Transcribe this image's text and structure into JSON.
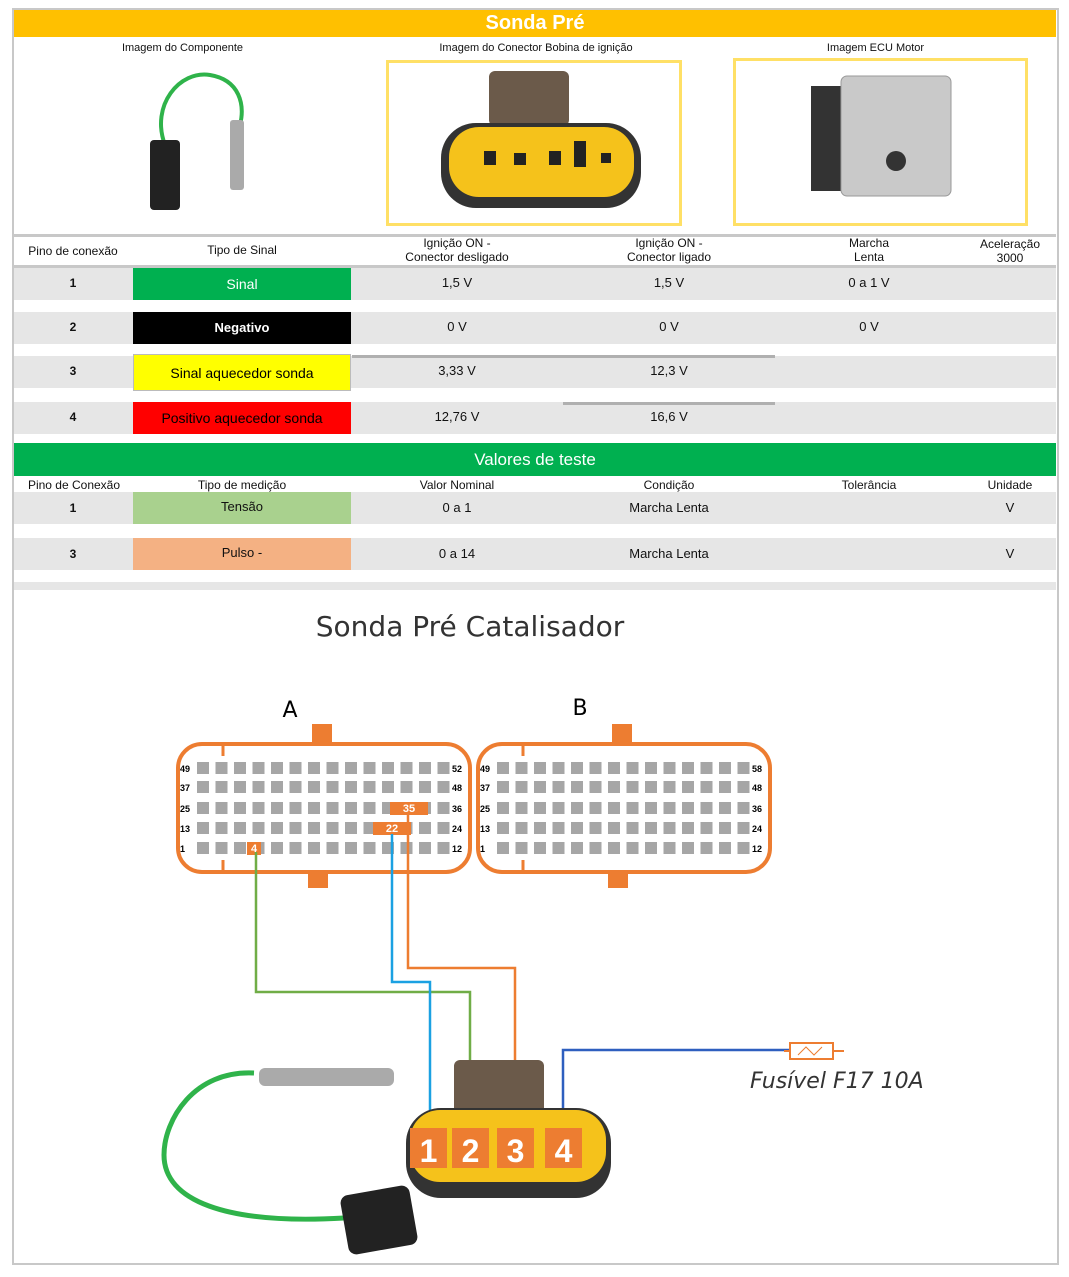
{
  "title": "Sonda Pré",
  "images": {
    "component": "Imagem do Componente",
    "connector": "Imagem do Conector Bobina de ignição",
    "ecu": "Imagem ECU Motor"
  },
  "signal_table": {
    "headers": [
      "Pino de conexão",
      "Tipo de Sinal",
      "Ignição ON -\nConector desligado",
      "Ignição ON -\nConector ligado",
      "Marcha\nLenta",
      "Aceleração\n3000"
    ],
    "rows": [
      {
        "pin": "1",
        "type": "Sinal",
        "color": "#00b050",
        "text_color": "#ffffff",
        "off": "1,5 V",
        "on": "1,5 V",
        "idle": "0 a 1 V",
        "accel": ""
      },
      {
        "pin": "2",
        "type": "Negativo",
        "color": "#000000",
        "text_color": "#ffffff",
        "off": "0 V",
        "on": "0 V",
        "idle": "0 V",
        "accel": ""
      },
      {
        "pin": "3",
        "type": "Sinal aquecedor sonda",
        "color": "#ffff00",
        "text_color": "#000000",
        "off": "3,33 V",
        "on": "12,3 V",
        "idle": "",
        "accel": ""
      },
      {
        "pin": "4",
        "type": "Positivo aquecedor sonda",
        "color": "#ff0000",
        "text_color": "#000000",
        "off": "12,76 V",
        "on": "16,6 V",
        "idle": "",
        "accel": ""
      }
    ]
  },
  "test_values": {
    "title": "Valores de teste",
    "headers": [
      "Pino de Conexão",
      "Tipo de medição",
      "Valor Nominal",
      "Condição",
      "Tolerância",
      "Unidade"
    ],
    "rows": [
      {
        "pin": "1",
        "type": "Tensão",
        "color": "#a9d18e",
        "nominal": "0 a 1",
        "condition": "Marcha Lenta",
        "tolerance": "",
        "unit": "V"
      },
      {
        "pin": "3",
        "type": "Pulso -",
        "color": "#f4b183",
        "nominal": "0 a 14",
        "condition": "Marcha Lenta",
        "tolerance": "",
        "unit": "V"
      }
    ]
  },
  "diagram": {
    "title": "Sonda Pré Catalisador",
    "connector_a": "A",
    "connector_b": "B",
    "a_left_labels": [
      "49",
      "37",
      "25",
      "13",
      "1"
    ],
    "a_right_labels": [
      "52",
      "48",
      "36",
      "24",
      "12"
    ],
    "b_left_labels": [
      "49",
      "37",
      "25",
      "13",
      "1"
    ],
    "b_right_labels": [
      "58",
      "48",
      "36",
      "24",
      "12"
    ],
    "ecu_pins": [
      "4",
      "22",
      "35"
    ],
    "plug_pins": [
      "1",
      "2",
      "3",
      "4"
    ],
    "fuse": "Fusível F17 10A",
    "colors": {
      "orange": "#ed7d31",
      "green": "#70ad47",
      "cyan": "#1ba1e2",
      "blue": "#2e5fbf"
    }
  }
}
